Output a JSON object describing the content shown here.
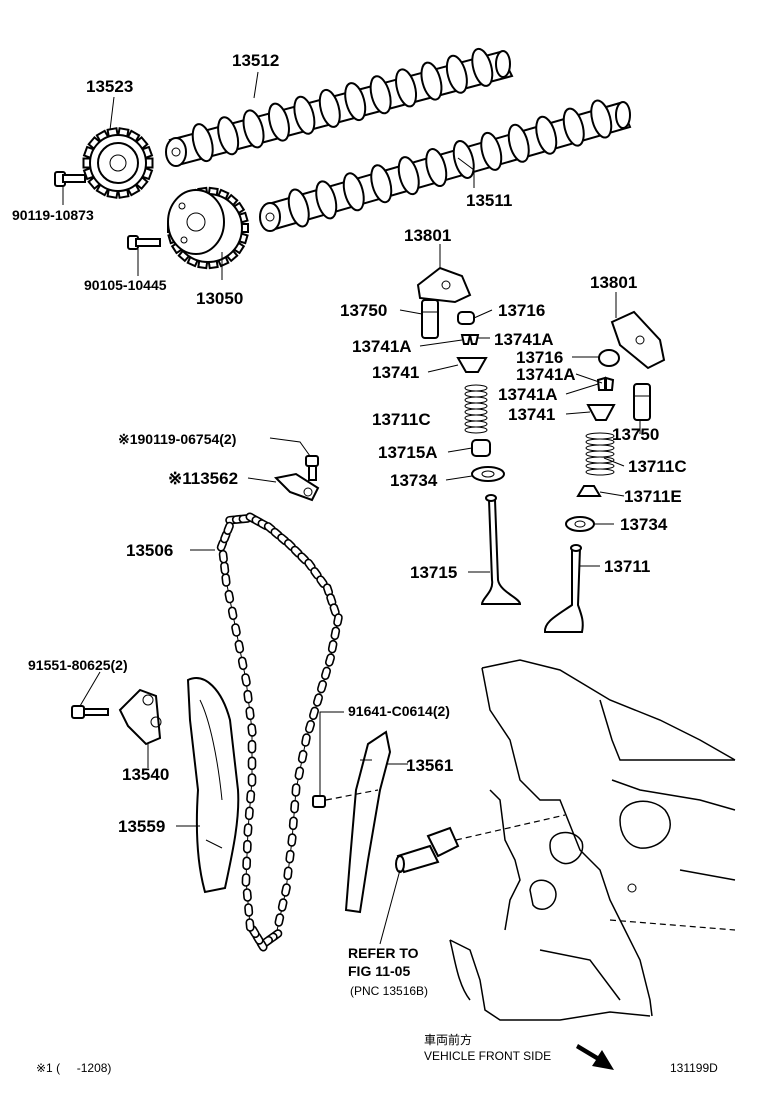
{
  "labels": {
    "p13512": "13512",
    "p13523": "13523",
    "p13511": "13511",
    "p90119_10873": "90119-10873",
    "p90105_10445": "90105-10445",
    "p13050": "13050",
    "p13801_a": "13801",
    "p13801_b": "13801",
    "p13750_a": "13750",
    "p13716_a": "13716",
    "p13741A_a": "13741A",
    "p13741A_b": "13741A",
    "p13716_b": "13716",
    "p13741A_c": "13741A",
    "p13741_a": "13741",
    "p13741A_d": "13741A",
    "p13741_b": "13741",
    "p13711C_a": "13711C",
    "p13750_b": "13750",
    "p90119_06754": "※190119-06754(2)",
    "p13715A": "13715A",
    "p13711C_b": "13711C",
    "p13562": "※113562",
    "p13734_a": "13734",
    "p13711E": "13711E",
    "p13734_b": "13734",
    "p13506": "13506",
    "p13715": "13715",
    "p13711": "13711",
    "p91551": "91551-80625(2)",
    "p91641": "91641-C0614(2)",
    "p13561": "13561",
    "p13540": "13540",
    "p13559": "13559"
  },
  "refer": {
    "line1": "REFER TO",
    "line2": "FIG 11-05",
    "line3": "(PNC 13516B)"
  },
  "footer": {
    "note": "※1 (     -1208)",
    "direction_jp": "車両前方",
    "direction_en": "VEHICLE FRONT SIDE",
    "figure_code": "131199D"
  }
}
